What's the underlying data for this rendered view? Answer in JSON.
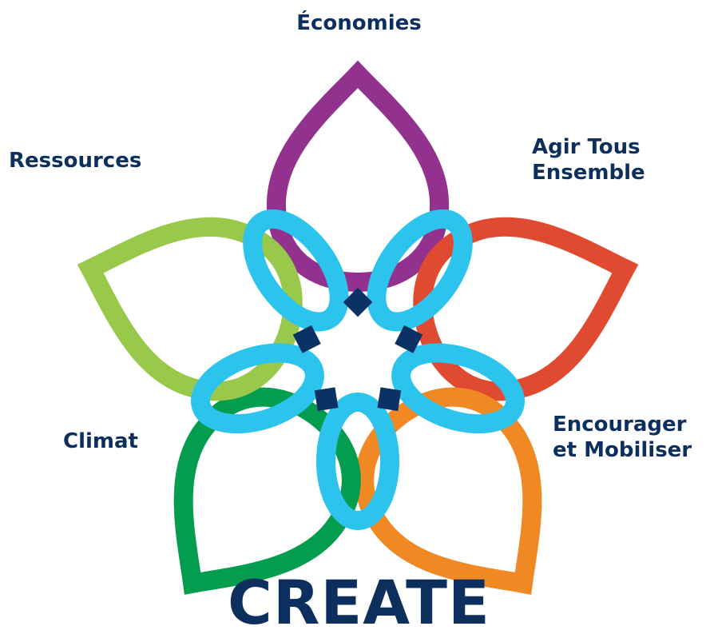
{
  "labels": {
    "top": [
      "Économies"
    ],
    "left_top": [
      "Ressources"
    ],
    "right_top": [
      "Agir Tous",
      "Ensemble"
    ],
    "left_bottom": [
      "Climat"
    ],
    "right_bottom": [
      "Encourager",
      "et Mobiliser"
    ]
  },
  "title": "CREATE",
  "colors": {
    "text": "#0d2f5e",
    "center_ring": "#2cc3ec",
    "overlap_dark": "#0c3165",
    "overlap_mid": "#07739a",
    "petal_top": "#93328e",
    "petal_right_top": "#e04a30",
    "petal_right_bottom": "#f08824",
    "petal_left_bottom": "#049d4f",
    "petal_left_top": "#98c94a"
  }
}
